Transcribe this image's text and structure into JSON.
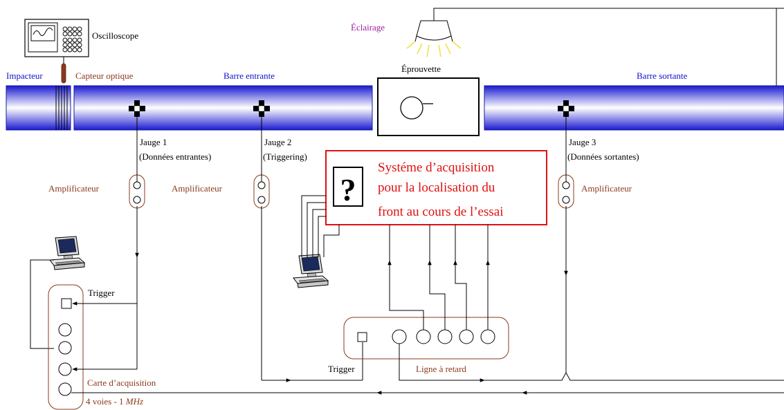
{
  "labels": {
    "oscilloscope": "Oscilloscope",
    "eclairage": "Éclairage",
    "impacteur": "Impacteur",
    "capteur_optique": "Capteur optique",
    "barre_entrante": "Barre entrante",
    "eprouvette": "Éprouvette",
    "barre_sortante": "Barre sortante",
    "jauge1": "Jauge 1",
    "jauge1_sub": "(Données entrantes)",
    "jauge2": "Jauge 2",
    "jauge2_sub": "(Triggering)",
    "jauge3": "Jauge 3",
    "jauge3_sub": "(Données sortantes)",
    "amplificateur": "Amplificateur",
    "systeme_line1": "Systéme d’acquisition",
    "systeme_line2": "pour la localisation du",
    "systeme_line3": "front au cours de l’essai",
    "question_mark": "?",
    "trigger": "Trigger",
    "carte_acquisition": "Carte d’acquisition",
    "voies_prefix": "4 voies - 1 ",
    "voies_unit": "MHz",
    "ligne_retard": "Ligne à retard"
  },
  "colors": {
    "bar_dark": "#1a1ad0",
    "bar_light": "#ffffff",
    "label_blue": "#1010cc",
    "label_brown": "#8b3a1a",
    "label_purple": "#a020a0",
    "alert_red": "#e01010",
    "light_rays": "#f0e040"
  },
  "icons": {
    "oscilloscope": "oscilloscope-icon",
    "lamp": "lamp-icon",
    "computer_left": "computer-icon",
    "computer_center": "computer-icon",
    "question": "question-icon",
    "gauge": "strain-gauge-icon"
  }
}
